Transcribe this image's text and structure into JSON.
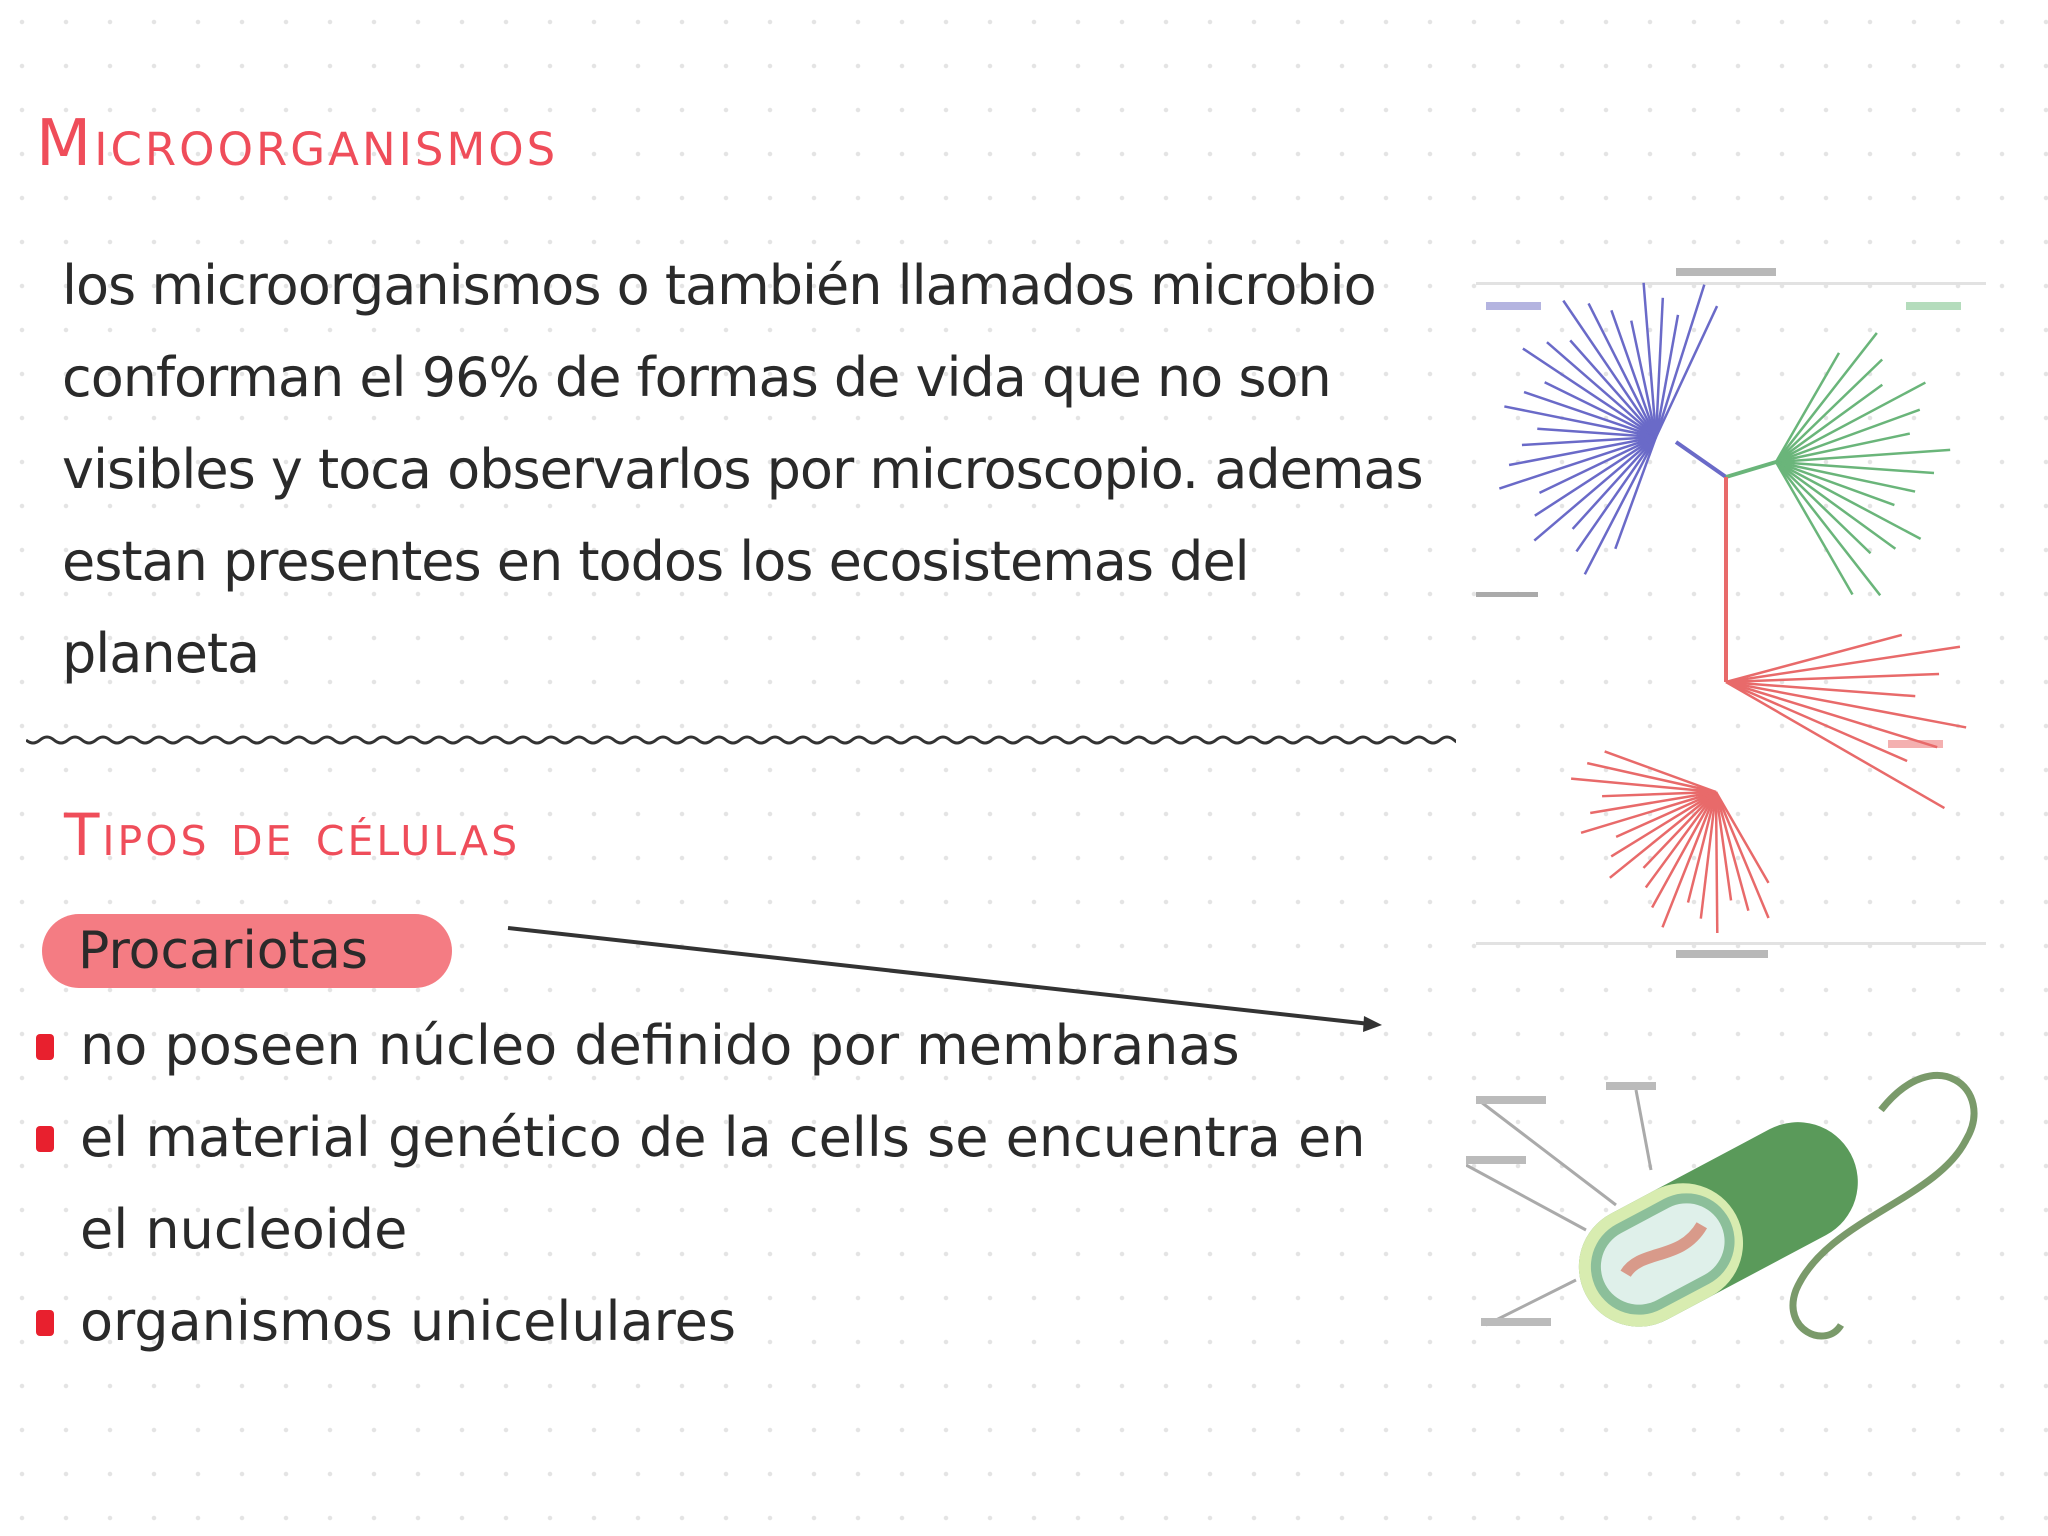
{
  "title": "Microorganismos",
  "intro": {
    "lines": [
      "los microorganismos o también llamados microbio",
      "conforman el 96% de formas de vida que no son",
      "visibles y toca observarlos por microscopio. ademas",
      "estan presentes en todos los ecosistemas del",
      "planeta"
    ]
  },
  "section": {
    "title": "Tipos de células",
    "tag": "Procariotas",
    "bullets": [
      "no poseen núcleo definido por membranas",
      "el material genético de la cells se encuentra en",
      "el nucleoide",
      "organismos unicelulares"
    ]
  },
  "colors": {
    "accent": "#ef4d5a",
    "pill": "#f47c83",
    "bacteria": "#4f9a4f",
    "eukarya": "#e86a6a",
    "archaea": "#6ab57a",
    "bacteria_branch": "#6a6ac8"
  }
}
